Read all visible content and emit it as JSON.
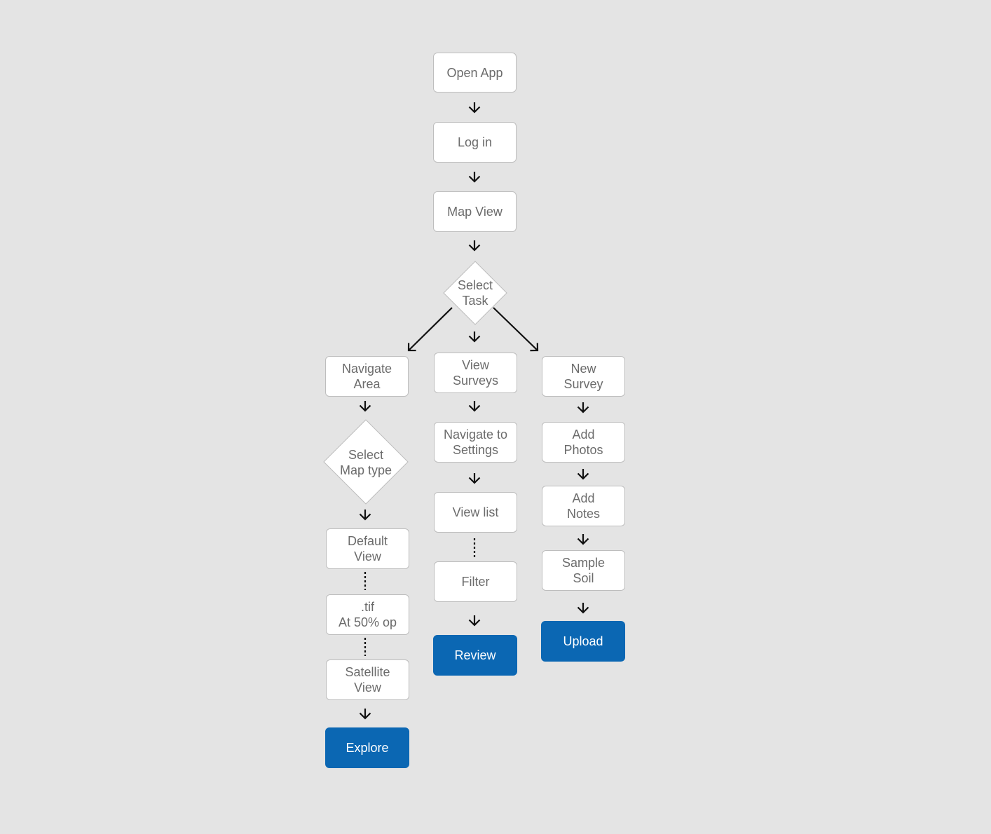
{
  "colors": {
    "background": "#e4e4e4",
    "node_fill": "#ffffff",
    "node_border": "#bdbdbd",
    "node_text": "#6b6b6b",
    "terminal_fill": "#0b67b3",
    "terminal_text": "#ffffff",
    "connector": "#111111"
  },
  "nodes": {
    "open_app": "Open App",
    "log_in": "Log in",
    "map_view": "Map View",
    "select_task": "Select\nTask",
    "navigate_area": "Navigate\nArea",
    "view_surveys": "View\nSurveys",
    "new_survey": "New\nSurvey",
    "select_map_type": "Select\nMap type",
    "default_view": "Default\nView",
    "tif_50": ".tif\nAt 50% op",
    "satellite_view": "Satellite\nView",
    "explore": "Explore",
    "navigate_settings": "Navigate to\nSettings",
    "view_list": "View list",
    "filter": "Filter",
    "review": "Review",
    "add_photos": "Add\nPhotos",
    "add_notes": "Add\nNotes",
    "sample_soil": "Sample\nSoil",
    "upload": "Upload"
  },
  "connectors": [
    {
      "from": "open_app",
      "to": "log_in",
      "style": "solid"
    },
    {
      "from": "log_in",
      "to": "map_view",
      "style": "solid"
    },
    {
      "from": "map_view",
      "to": "select_task",
      "style": "solid"
    },
    {
      "from": "select_task",
      "to": "navigate_area",
      "style": "solid"
    },
    {
      "from": "select_task",
      "to": "view_surveys",
      "style": "solid"
    },
    {
      "from": "select_task",
      "to": "new_survey",
      "style": "solid"
    },
    {
      "from": "navigate_area",
      "to": "select_map_type",
      "style": "solid"
    },
    {
      "from": "select_map_type",
      "to": "default_view",
      "style": "solid"
    },
    {
      "from": "default_view",
      "to": "tif_50",
      "style": "dotted"
    },
    {
      "from": "tif_50",
      "to": "satellite_view",
      "style": "dotted"
    },
    {
      "from": "satellite_view",
      "to": "explore",
      "style": "solid"
    },
    {
      "from": "view_surveys",
      "to": "navigate_settings",
      "style": "solid"
    },
    {
      "from": "navigate_settings",
      "to": "view_list",
      "style": "solid"
    },
    {
      "from": "view_list",
      "to": "filter",
      "style": "dotted"
    },
    {
      "from": "filter",
      "to": "review",
      "style": "solid"
    },
    {
      "from": "new_survey",
      "to": "add_photos",
      "style": "solid"
    },
    {
      "from": "add_photos",
      "to": "add_notes",
      "style": "solid"
    },
    {
      "from": "add_notes",
      "to": "sample_soil",
      "style": "solid"
    },
    {
      "from": "sample_soil",
      "to": "upload",
      "style": "solid"
    }
  ]
}
